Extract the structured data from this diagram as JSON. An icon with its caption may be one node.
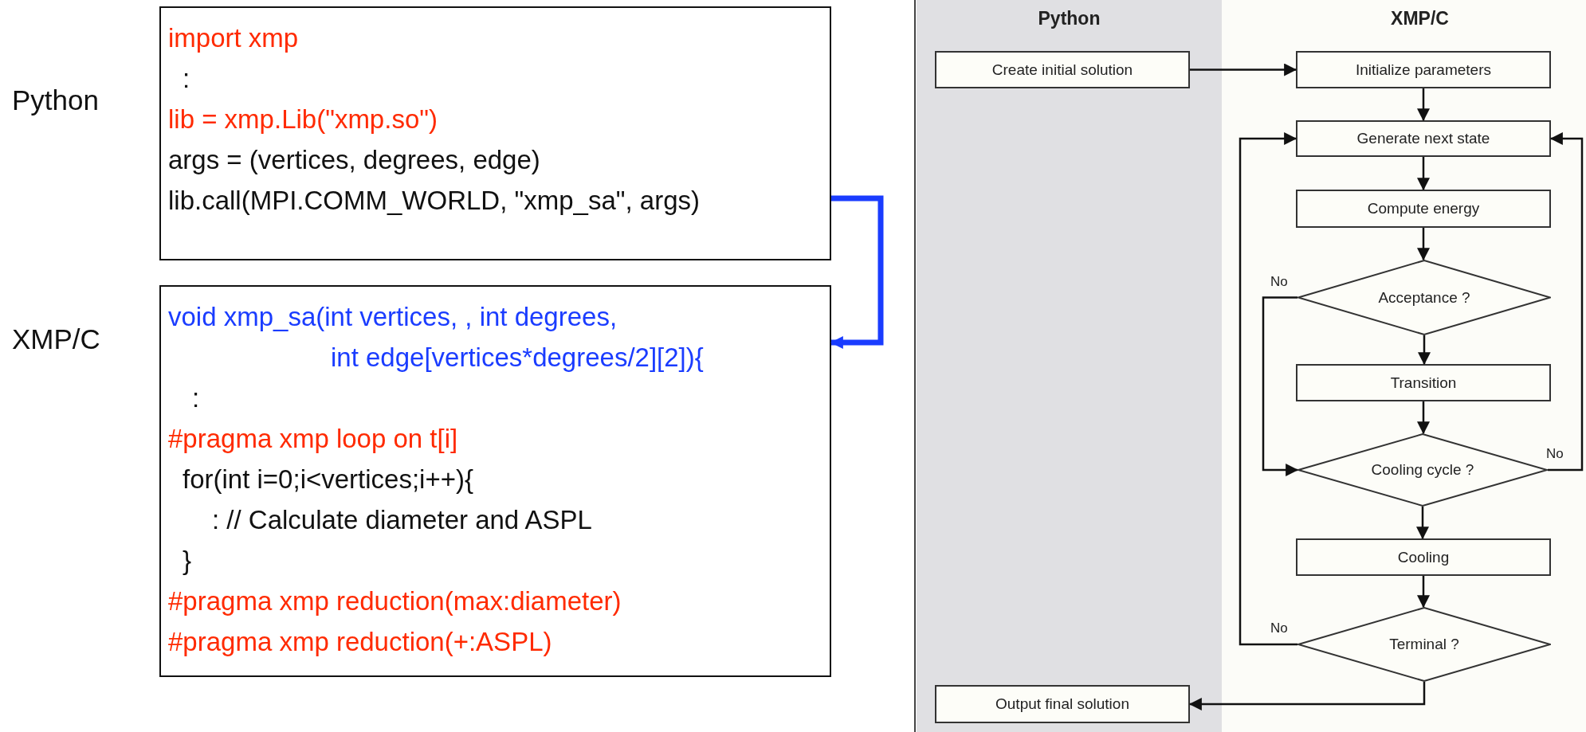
{
  "diagram": {
    "nodes": [
      {
        "text": [
          "import xmp",
          ":",
          "lib = xmp.Lib(\"xmp.so\")",
          "args = (vertices, degrees, edge)",
          "lib.call(MPI.COMM_WORLD, \"xmp_sa\", args)"
        ],
        "beside": [
          "Python"
        ]
      },
      {
        "text": [
          "void xmp_sa(int vertices, , int degrees,",
          "int edge[vertices*degrees/2][2]){",
          ":",
          "#pragma xmp loop on t[i]",
          "for(int i=0;i<vertices;i++){",
          ": // Calculate diameter and ASPL",
          "}",
          "#pragma xmp reduction(max:diameter)",
          "#pragma xmp reduction(+:ASPL)"
        ],
        "beside": [
          "XMP/C"
        ]
      },
      {
        "text": [
          "Python"
        ]
      },
      {
        "text": [
          "XMP/C"
        ]
      },
      {
        "text": [
          "Create initial solution"
        ],
        "in": 2
      },
      {
        "text": [
          "Initialize parameters"
        ],
        "in": 3
      },
      {
        "text": [
          "Generate next state"
        ],
        "in": 3
      },
      {
        "text": [
          "Compute energy"
        ],
        "in": 3
      },
      {
        "text": [
          "Acceptance ?"
        ],
        "in": 3
      },
      {
        "text": [
          "Transition"
        ],
        "in": 3
      },
      {
        "text": [
          "Cooling cycle ?"
        ],
        "in": 3
      },
      {
        "text": [
          "Cooling"
        ],
        "in": 3
      },
      {
        "text": [
          "Terminal ?"
        ],
        "in": 3
      },
      {
        "text": [
          "Output final solution"
        ],
        "in": 2
      }
    ],
    "edges": [
      {
        "from": 0,
        "to": 1,
        "arrow": "to",
        "style": "thick",
        "color": "#1a3cff"
      },
      {
        "from": 4,
        "to": 5,
        "arrow": "to"
      },
      {
        "from": 5,
        "to": 6,
        "arrow": "to"
      },
      {
        "from": 6,
        "to": 7,
        "arrow": "to"
      },
      {
        "from": 7,
        "to": 8,
        "arrow": "to"
      },
      {
        "from": 8,
        "to": 9,
        "arrow": "to"
      },
      {
        "from": 9,
        "to": 10,
        "arrow": "to"
      },
      {
        "from": 8,
        "to": 10,
        "arrow": "to",
        "label": "No"
      },
      {
        "from": 10,
        "to": 6,
        "arrow": "to",
        "label": "No"
      },
      {
        "from": 10,
        "to": 11,
        "arrow": "to"
      },
      {
        "from": 11,
        "to": 12,
        "arrow": "to"
      },
      {
        "from": 12,
        "to": 6,
        "arrow": "to",
        "label": "No"
      },
      {
        "from": 12,
        "to": 13,
        "arrow": "to"
      }
    ]
  }
}
